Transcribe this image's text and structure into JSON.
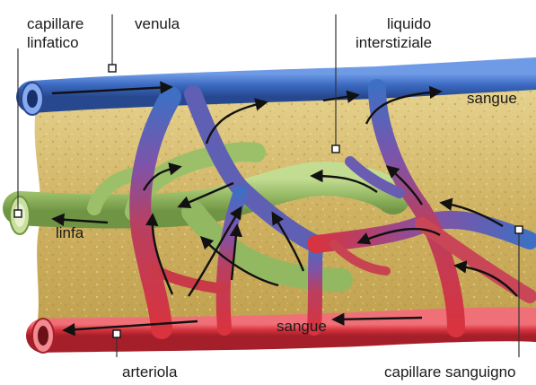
{
  "labels": {
    "capillare_linfatico_l1": "capillare",
    "capillare_linfatico_l2": "linfatico",
    "venula": "venula",
    "liquido_l1": "liquido",
    "liquido_l2": "interstiziale",
    "sangue_top": "sangue",
    "linfa": "linfa",
    "sangue_bottom": "sangue",
    "arteriola": "arteriola",
    "capillare_sanguigno": "capillare sanguigno"
  },
  "colors": {
    "vein": "#3f6fc4",
    "artery": "#d8333e",
    "lymph": "#9cc06a",
    "tissue": "#d9c27a",
    "leader": "#333333"
  }
}
